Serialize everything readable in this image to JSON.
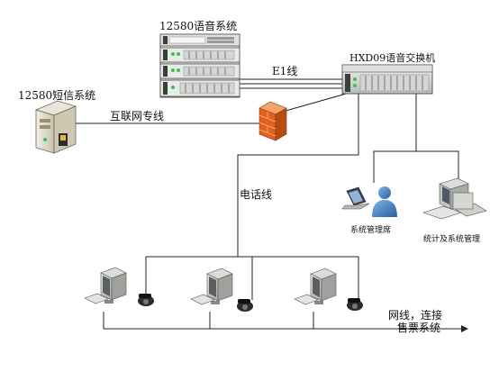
{
  "diagram": {
    "labels": {
      "voice_system": "12580语音系统",
      "sms_system": "12580短信系统",
      "switch": "HXD09语音交换机",
      "e1_line": "E1线",
      "internet_line": "互联网专线",
      "phone_line": "电话线",
      "admin_seat": "系统管理席",
      "stats_admin": "统计及系统管理",
      "net_line_1": "网线，连接",
      "net_line_2": "售票系统"
    },
    "colors": {
      "line": "#222222",
      "rack_body": "#d9dcd8",
      "rack_dark": "#3a3f3a",
      "led_green": "#3fc24a",
      "firewall": "#e0611e",
      "firewall_brick": "#f08a3a",
      "person": "#3c7ec6",
      "monitor_body": "#c8c9c6",
      "monitor_screen": "#5a5f66"
    },
    "icons": [
      "server-rack-icon",
      "sms-server-icon",
      "firewall-icon",
      "laptop-icon",
      "person-icon",
      "workstation-icon",
      "monitor-icon",
      "telephone-icon"
    ]
  }
}
